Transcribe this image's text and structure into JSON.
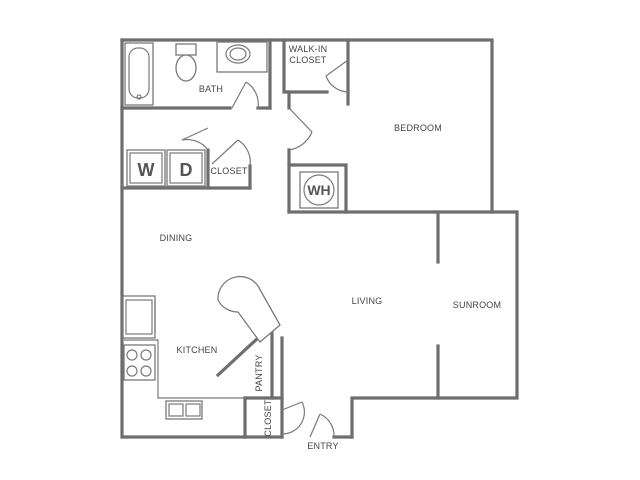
{
  "rooms": {
    "bath": "BATH",
    "walk_in_closet_line1": "WALK-IN",
    "walk_in_closet_line2": "CLOSET",
    "bedroom": "BEDROOM",
    "closet_laundry": "CLOSET",
    "dining": "DINING",
    "living": "LIVING",
    "sunroom": "SUNROOM",
    "kitchen": "KITCHEN",
    "pantry": "PANTRY",
    "closet_entry": "CLOSET",
    "entry": "ENTRY"
  },
  "appliances": {
    "washer": "W",
    "dryer": "D",
    "water_heater": "WH"
  }
}
